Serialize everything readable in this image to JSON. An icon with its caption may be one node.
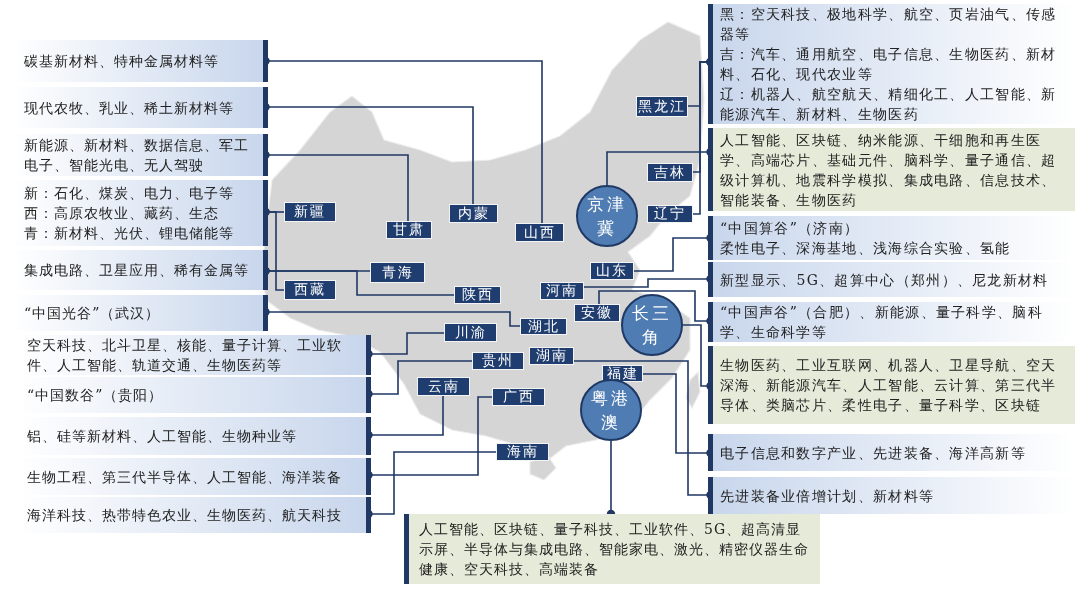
{
  "diagram": {
    "nodes": [
      {
        "text": [
          "碳基新材料、特种金属材料等"
        ]
      },
      {
        "text": [
          "现代农牧、乳业、稀土新材料等"
        ]
      },
      {
        "text": [
          "新能源、新材料、数据信息、军工电子、智能光电、无人驾驶"
        ]
      },
      {
        "text": [
          "新：石化、煤炭、电力、电子等",
          "西：高原农牧业、藏药、生态",
          "青：新材料、光伏、锂电储能等"
        ]
      },
      {
        "text": [
          "集成电路、卫星应用、稀有金属等"
        ]
      },
      {
        "text": [
          "“中国光谷”（武汉）"
        ]
      },
      {
        "text": [
          "空天科技、北斗卫星、核能、量子计算、工业软件、人工智能、轨道交通、生物医药等"
        ]
      },
      {
        "text": [
          "“中国数谷”（贵阳）"
        ]
      },
      {
        "text": [
          "铝、硅等新材料、人工智能、生物种业等"
        ]
      },
      {
        "text": [
          "生物工程、第三代半导体、人工智能、海洋装备"
        ]
      },
      {
        "text": [
          "海洋科技、热带特色农业、生物医药、航天科技"
        ]
      },
      {
        "text": [
          "黑：空天科技、极地科学、航空、页岩油气、传感器等",
          "吉：汽车、通用航空、电子信息、生物医药、新材料、石化、现代农业等",
          "辽：机器人、航空航天、精细化工、人工智能、新能源汽车、新材料、生物医药"
        ]
      },
      {
        "text": [
          "人工智能、区块链、纳米能源、干细胞和再生医学、高端芯片、基础元件、脑科学、量子通信、超级计算机、地震科学模拟、集成电路、信息技术、智能装备、生物医药"
        ]
      },
      {
        "text": [
          "“中国算谷”（济南）",
          "柔性电子、深海基地、浅海综合实验、氢能"
        ]
      },
      {
        "text": [
          "新型显示、5G、超算中心（郑州）、尼龙新材料"
        ]
      },
      {
        "text": [
          "“中国声谷”（合肥）、新能源、量子科学、脑科学、生命科学等"
        ]
      },
      {
        "text": [
          "生物医药、工业互联网、机器人、卫星导航、空天深海、新能源汽车、人工智能、云计算、第三代半导体、类脑芯片、柔性电子、量子科学、区块链"
        ]
      },
      {
        "text": [
          "电子信息和数字产业、先进装备、海洋高新等"
        ]
      },
      {
        "text": [
          "先进装备业倍增计划、新材料等"
        ]
      },
      {
        "text": [
          "人工智能、区块链、量子科技、工业软件、5G、超高清显示屏、半导体与集成电路、智能家电、激光、精密仪器生命健康、空天科技、高端装备"
        ]
      },
      {
        "text": [
          "新疆"
        ]
      },
      {
        "text": [
          "甘肃"
        ]
      },
      {
        "text": [
          "内蒙"
        ]
      },
      {
        "text": [
          "山西"
        ]
      },
      {
        "text": [
          "黑龙江"
        ]
      },
      {
        "text": [
          "吉林"
        ]
      },
      {
        "text": [
          "辽宁"
        ]
      },
      {
        "text": [
          "京津冀"
        ]
      },
      {
        "text": [
          "青海"
        ]
      },
      {
        "text": [
          "西藏"
        ]
      },
      {
        "text": [
          "陕西"
        ]
      },
      {
        "text": [
          "山东"
        ]
      },
      {
        "text": [
          "河南"
        ]
      },
      {
        "text": [
          "安徽"
        ]
      },
      {
        "text": [
          "长三角"
        ]
      },
      {
        "text": [
          "湖北"
        ]
      },
      {
        "text": [
          "川渝"
        ]
      },
      {
        "text": [
          "贵州"
        ]
      },
      {
        "text": [
          "湖南"
        ]
      },
      {
        "text": [
          "福建"
        ]
      },
      {
        "text": [
          "云南"
        ]
      },
      {
        "text": [
          "广西"
        ]
      },
      {
        "text": [
          "粤港澳"
        ]
      },
      {
        "text": [
          "海南"
        ]
      }
    ],
    "edges": [
      {
        "from": 0,
        "to": 23,
        "arrow": "other"
      },
      {
        "from": 1,
        "to": 22,
        "arrow": "other"
      },
      {
        "from": 2,
        "to": 21,
        "arrow": "other"
      },
      {
        "from": 3,
        "to": 20,
        "arrow": "other"
      },
      {
        "from": 3,
        "to": 29,
        "arrow": "other"
      },
      {
        "from": 4,
        "to": 28,
        "arrow": "other"
      },
      {
        "from": 4,
        "to": 30,
        "arrow": "other"
      },
      {
        "from": 5,
        "to": 35,
        "arrow": "other"
      },
      {
        "from": 6,
        "to": 36,
        "arrow": "other"
      },
      {
        "from": 7,
        "to": 37,
        "arrow": "other"
      },
      {
        "from": 8,
        "to": 40,
        "arrow": "other"
      },
      {
        "from": 9,
        "to": 41,
        "arrow": "other"
      },
      {
        "from": 10,
        "to": 43,
        "arrow": "other"
      },
      {
        "from": 11,
        "to": 24,
        "arrow": "other"
      },
      {
        "from": 11,
        "to": 25,
        "arrow": "other"
      },
      {
        "from": 11,
        "to": 26,
        "arrow": "other"
      },
      {
        "from": 12,
        "to": 27,
        "arrow": "other"
      },
      {
        "from": 13,
        "to": 31,
        "arrow": "other"
      },
      {
        "from": 14,
        "to": 32,
        "arrow": "other"
      },
      {
        "from": 15,
        "to": 33,
        "arrow": "other"
      },
      {
        "from": 16,
        "to": 34,
        "arrow": "other"
      },
      {
        "from": 17,
        "to": 39,
        "arrow": "other"
      },
      {
        "from": 18,
        "to": 38,
        "arrow": "other"
      },
      {
        "from": 19,
        "to": 42,
        "arrow": "other"
      }
    ]
  }
}
